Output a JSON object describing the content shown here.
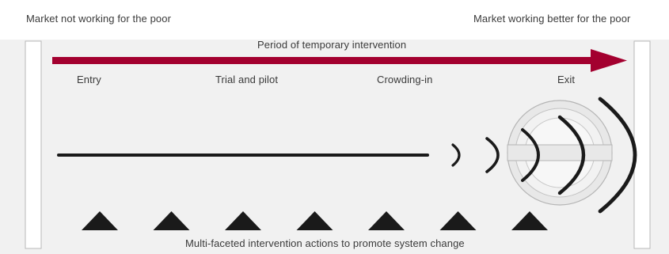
{
  "labels": {
    "left_state": "Market not working for the poor",
    "right_state": "Market working better for the poor",
    "period": "Period of temporary intervention",
    "footer": "Multi-faceted intervention actions to promote system change"
  },
  "phases": [
    "Entry",
    "Trial and pilot",
    "Crowding-in",
    "Exit"
  ],
  "colors": {
    "arrow": "#a3002f",
    "wave": "#1a1a1a",
    "triangle": "#1a1a1a",
    "background": "#f1f1f1"
  },
  "triangle_count": 7
}
